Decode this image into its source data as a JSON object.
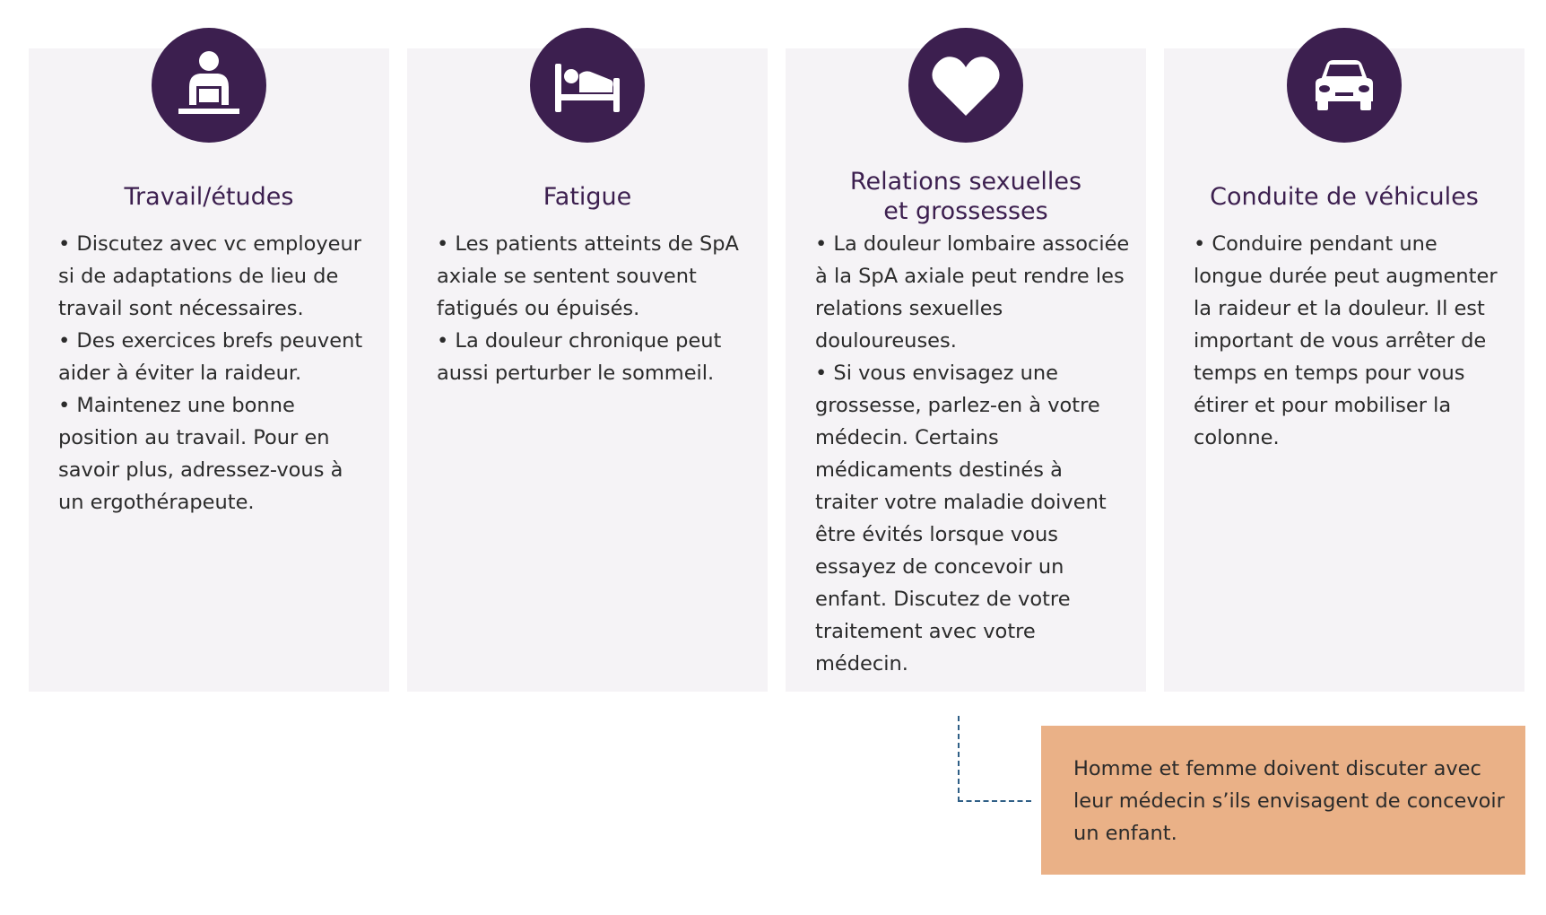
{
  "cards": [
    {
      "icon": "person-at-laptop-icon",
      "title": "Travail/études",
      "bullets": [
        "• Discutez avec vc employeur si de adaptations de lieu de travail sont nécessaires.",
        "• Des exercices brefs peuvent aider à éviter la raideur.",
        "• Maintenez une bonne position au travail. Pour en savoir plus, adressez-vous à un ergothérapeute."
      ]
    },
    {
      "icon": "person-in-bed-icon",
      "title": "Fatigue",
      "bullets": [
        "• Les patients atteints de SpA axiale se sentent souvent fatigués ou épuisés.",
        "• La douleur chronique peut aussi perturber le sommeil."
      ]
    },
    {
      "icon": "heart-icon",
      "title": "Relations sexuelles\net grossesses",
      "bullets": [
        "• La douleur lombaire associée à la SpA axiale peut rendre les relations sexuelles douloureuses.",
        "• Si vous envisagez une grossesse, parlez-en à votre médecin. Certains médicaments destinés à traiter votre maladie doivent être évités lorsque vous essayez de concevoir un enfant. Discutez de votre traitement avec votre médecin."
      ]
    },
    {
      "icon": "car-icon",
      "title": "Conduite de véhicules",
      "bullets": [
        "• Conduire pendant une longue durée peut augmenter la raideur et la douleur. Il est important de vous arrêter de temps en temps pour vous étirer et pour mobiliser la colonne."
      ]
    }
  ],
  "note": {
    "text": "Homme et femme doivent discuter avec leur médecin s’ils envisagent de concevoir un enfant."
  },
  "colors": {
    "accent": "#3c1f4f",
    "card_background": "#f5f3f6",
    "note_background": "#eab187",
    "connector": "#2f5f86"
  }
}
